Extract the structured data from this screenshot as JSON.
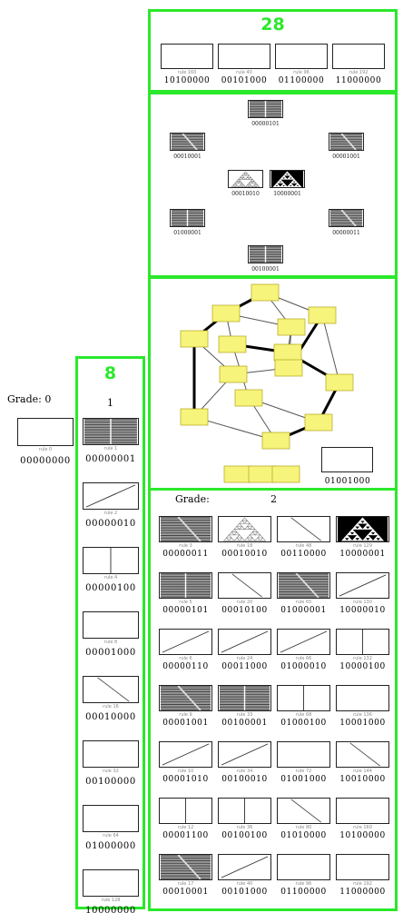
{
  "grade0": {
    "heading": "Grade: 0",
    "item": {
      "rule": "rule 0",
      "bits": "00000000"
    }
  },
  "grade1": {
    "count": "8",
    "heading": "1",
    "items": [
      {
        "rule": "rule 1",
        "bits": "00000001",
        "pattern": "stripes"
      },
      {
        "rule": "rule 2",
        "bits": "00000010",
        "pattern": "diag-up"
      },
      {
        "rule": "rule 4",
        "bits": "00000100",
        "pattern": "vline"
      },
      {
        "rule": "rule 8",
        "bits": "00001000",
        "pattern": "blank"
      },
      {
        "rule": "rule 16",
        "bits": "00010000",
        "pattern": "diag-down"
      },
      {
        "rule": "rule 32",
        "bits": "00100000",
        "pattern": "blank"
      },
      {
        "rule": "rule 64",
        "bits": "01000000",
        "pattern": "blank"
      },
      {
        "rule": "rule 128",
        "bits": "10000000",
        "pattern": "blank"
      }
    ]
  },
  "grade2": {
    "count": "28",
    "heading_label": "Grade:",
    "heading_value": "2",
    "top_row": [
      {
        "rule": "rule 160",
        "bits": "10100000"
      },
      {
        "rule": "rule 40",
        "bits": "00101000"
      },
      {
        "rule": "rule 96",
        "bits": "01100000"
      },
      {
        "rule": "rule 192",
        "bits": "11000000"
      }
    ],
    "grid": [
      {
        "rule": "rule 3",
        "bits": "00000011",
        "pattern": "stripes-diag"
      },
      {
        "rule": "rule 18",
        "bits": "00010010",
        "pattern": "sierpinski-outline"
      },
      {
        "rule": "rule 48",
        "bits": "00110000",
        "pattern": "diag-down"
      },
      {
        "rule": "rule 129",
        "bits": "10000001",
        "pattern": "sierpinski-filled"
      },
      {
        "rule": "rule 5",
        "bits": "00000101",
        "pattern": "stripes"
      },
      {
        "rule": "rule 20",
        "bits": "00010100",
        "pattern": "diag-down"
      },
      {
        "rule": "rule 65",
        "bits": "01000001",
        "pattern": "stripes-diag"
      },
      {
        "rule": "rule 130",
        "bits": "10000010",
        "pattern": "diag-up"
      },
      {
        "rule": "rule 6",
        "bits": "00000110",
        "pattern": "diag-up"
      },
      {
        "rule": "rule 24",
        "bits": "00011000",
        "pattern": "diag-up"
      },
      {
        "rule": "rule 66",
        "bits": "01000010",
        "pattern": "diag-up"
      },
      {
        "rule": "rule 132",
        "bits": "10000100",
        "pattern": "vline"
      },
      {
        "rule": "rule 9",
        "bits": "00001001",
        "pattern": "stripes-diag"
      },
      {
        "rule": "rule 33",
        "bits": "00100001",
        "pattern": "stripes"
      },
      {
        "rule": "rule 68",
        "bits": "01000100",
        "pattern": "vline"
      },
      {
        "rule": "rule 136",
        "bits": "10001000",
        "pattern": "blank"
      },
      {
        "rule": "rule 10",
        "bits": "00001010",
        "pattern": "diag-up"
      },
      {
        "rule": "rule 34",
        "bits": "00100010",
        "pattern": "diag-up"
      },
      {
        "rule": "rule 72",
        "bits": "01001000",
        "pattern": "blank"
      },
      {
        "rule": "rule 144",
        "bits": "10010000",
        "pattern": "diag-down"
      },
      {
        "rule": "rule 12",
        "bits": "00001100",
        "pattern": "vline"
      },
      {
        "rule": "rule 36",
        "bits": "00100100",
        "pattern": "vline"
      },
      {
        "rule": "rule 80",
        "bits": "01010000",
        "pattern": "diag-down"
      },
      {
        "rule": "rule 160",
        "bits": "10100000",
        "pattern": "blank"
      },
      {
        "rule": "rule 17",
        "bits": "00010001",
        "pattern": "stripes-diag"
      },
      {
        "rule": "rule 40",
        "bits": "00101000",
        "pattern": "diag-up"
      },
      {
        "rule": "rule 96",
        "bits": "01100000",
        "pattern": "blank"
      },
      {
        "rule": "rule 192",
        "bits": "11000000",
        "pattern": "blank"
      }
    ]
  },
  "hub": {
    "top": {
      "bits": "00000101"
    },
    "upper_left": {
      "bits": "00010001"
    },
    "upper_right": {
      "bits": "00001001"
    },
    "center_left": {
      "bits": "00010010"
    },
    "center_right": {
      "bits": "10000001"
    },
    "lower_left": {
      "bits": "01000001"
    },
    "lower_right": {
      "bits": "00000011"
    },
    "bottom": {
      "bits": "00100001"
    }
  },
  "network": {
    "extra_bits": "01001000"
  }
}
